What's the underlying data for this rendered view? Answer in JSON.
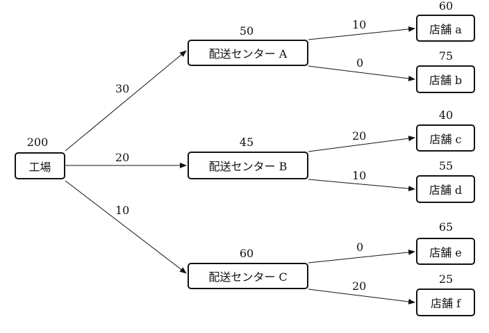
{
  "factory": {
    "label": "工場",
    "value": "200"
  },
  "centers": [
    {
      "label": "配送センター A",
      "value": "50",
      "flow_in": "30"
    },
    {
      "label": "配送センター B",
      "value": "45",
      "flow_in": "20"
    },
    {
      "label": "配送センター C",
      "value": "60",
      "flow_in": "10"
    }
  ],
  "stores": [
    {
      "label": "店舗 a",
      "value": "60",
      "flow_in": "10"
    },
    {
      "label": "店舗 b",
      "value": "75",
      "flow_in": "0"
    },
    {
      "label": "店舗 c",
      "value": "40",
      "flow_in": "20"
    },
    {
      "label": "店舗 d",
      "value": "55",
      "flow_in": "10"
    },
    {
      "label": "店舗 e",
      "value": "65",
      "flow_in": "0"
    },
    {
      "label": "店舗 f",
      "value": "25",
      "flow_in": "20"
    }
  ]
}
